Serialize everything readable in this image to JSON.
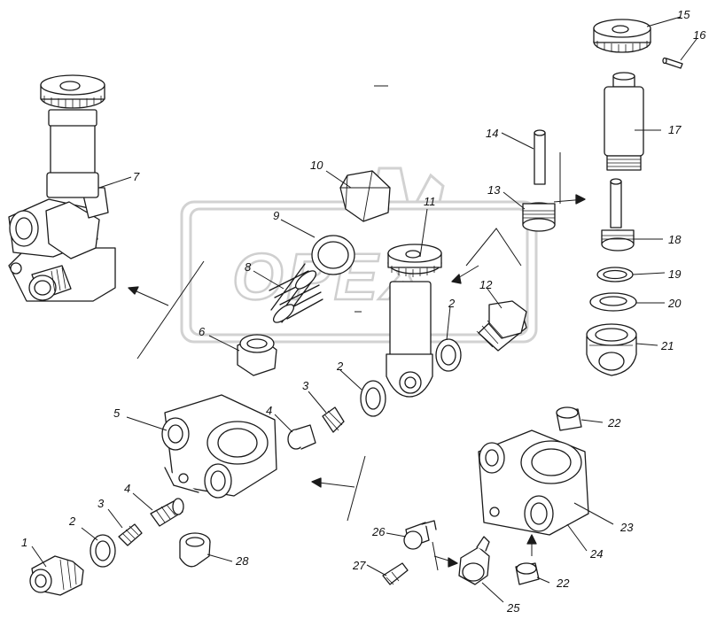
{
  "watermark": {
    "text": "OPEX"
  },
  "callouts": {
    "c1": "1",
    "c2a": "2",
    "c2b": "2",
    "c2c": "2",
    "c3a": "3",
    "c3b": "3",
    "c4a": "4",
    "c4b": "4",
    "c5": "5",
    "c6": "6",
    "c7": "7",
    "c8": "8",
    "c9": "9",
    "c10": "10",
    "c11": "11",
    "c12": "12",
    "c13": "13",
    "c14": "14",
    "c15": "15",
    "c16": "16",
    "c17": "17",
    "c18": "18",
    "c19": "19",
    "c20": "20",
    "c21": "21",
    "c22a": "22",
    "c22b": "22",
    "c23": "23",
    "c24": "24",
    "c25": "25",
    "c26": "26",
    "c27": "27",
    "c28": "28"
  }
}
